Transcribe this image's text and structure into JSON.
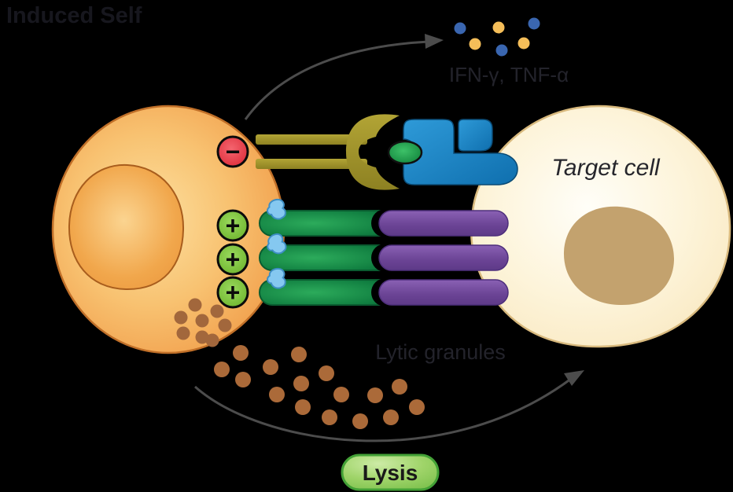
{
  "title": "Induced Self",
  "diagram": {
    "cytokines_label": "IFN-γ, TNF-α",
    "target_cell_label": "Target cell",
    "lytic_granules_label": "Lytic granules",
    "lysis_label": "Lysis",
    "inhibitory_symbol": "−",
    "activating_symbol": "+",
    "activating_signal_count": 3,
    "cytokine_dot_count": 6,
    "secreted_granule_count": 16
  },
  "colors": {
    "background": "#000000",
    "nk_cell_orange": "#f5a94e",
    "nk_nucleus_orange": "#ee9c43",
    "target_cell_cream": "#fdf3d6",
    "target_nucleus_tan": "#c3a26e",
    "granule_brown": "#ab6a39",
    "granule_cluster_brown": "#a2673c",
    "cytokine_blue": "#3a66b0",
    "cytokine_yellow": "#f5be59",
    "inhibitory_red": "#e8414d",
    "activating_green": "#7cc142",
    "receptor_olive": "#a2942c",
    "receptor_blue": "#1b7fc0",
    "peptide_green": "#1f9a47",
    "receptor_bar_green": "#16914a",
    "ligand_bar_purple": "#744ba0",
    "stress_ligand_light_blue": "#85c8f0",
    "lysis_fill_green": "#9ed36a",
    "lysis_border_green": "#43a136",
    "arrow_gray": "#4c4c4c",
    "label_dark": "#23232b"
  }
}
